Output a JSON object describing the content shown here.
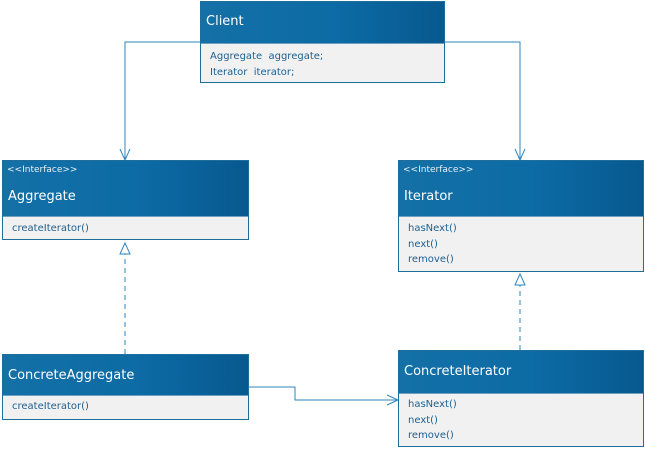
{
  "colors": {
    "header": "#0d6ba5",
    "header_dark": "#07598f",
    "body": "#f1f1f1",
    "border": "#1f6d9b",
    "member_text": "#1d5f8f",
    "connector": "#2f86bd"
  },
  "classes": {
    "client": {
      "name": "Client",
      "members": [
        "Aggregate  aggregate;",
        "Iterator  iterator;"
      ]
    },
    "aggregate": {
      "stereotype": "<<Interface>>",
      "name": "Aggregate",
      "members": [
        "createIterator()"
      ]
    },
    "iterator": {
      "stereotype": "<<Interface>>",
      "name": "Iterator",
      "members": [
        "hasNext()",
        "next()",
        "remove()"
      ]
    },
    "concrete_aggregate": {
      "name": "ConcreteAggregate",
      "members": [
        "createIterator()"
      ]
    },
    "concrete_iterator": {
      "name": "ConcreteIterator",
      "members": [
        "hasNext()",
        "next()",
        "remove()"
      ]
    }
  },
  "relations": [
    {
      "from": "Client",
      "to": "Aggregate",
      "type": "association"
    },
    {
      "from": "Client",
      "to": "Iterator",
      "type": "association"
    },
    {
      "from": "ConcreteAggregate",
      "to": "Aggregate",
      "type": "realization"
    },
    {
      "from": "ConcreteIterator",
      "to": "Iterator",
      "type": "realization"
    },
    {
      "from": "ConcreteAggregate",
      "to": "ConcreteIterator",
      "type": "association"
    }
  ]
}
